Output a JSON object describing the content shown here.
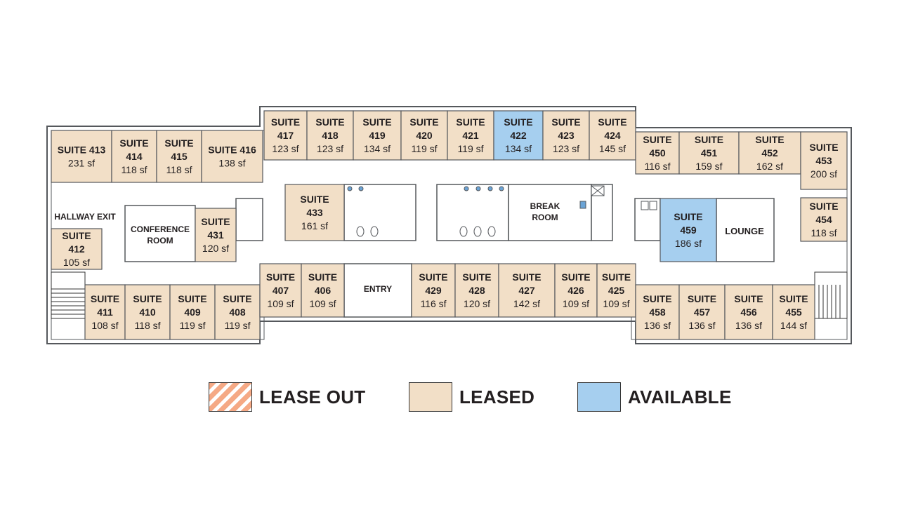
{
  "colors": {
    "leased": "#f2dfc7",
    "available": "#a6cfef",
    "lease_out": "#f5a985",
    "wall": "#55585c",
    "stairs": "#333333"
  },
  "suites": [
    {
      "id": "413",
      "label": "SUITE 413",
      "area": "231 sf",
      "status": "leased"
    },
    {
      "id": "414",
      "label": "SUITE",
      "number": "414",
      "area": "118 sf",
      "status": "leased"
    },
    {
      "id": "415",
      "label": "SUITE",
      "number": "415",
      "area": "118 sf",
      "status": "leased"
    },
    {
      "id": "416",
      "label": "SUITE 416",
      "area": "138 sf",
      "status": "leased"
    },
    {
      "id": "417",
      "label": "SUITE",
      "number": "417",
      "area": "123 sf",
      "status": "leased"
    },
    {
      "id": "418",
      "label": "SUITE",
      "number": "418",
      "area": "123 sf",
      "status": "leased"
    },
    {
      "id": "419",
      "label": "SUITE",
      "number": "419",
      "area": "134 sf",
      "status": "leased"
    },
    {
      "id": "420",
      "label": "SUITE",
      "number": "420",
      "area": "119 sf",
      "status": "leased"
    },
    {
      "id": "421",
      "label": "SUITE",
      "number": "421",
      "area": "119 sf",
      "status": "leased"
    },
    {
      "id": "422",
      "label": "SUITE",
      "number": "422",
      "area": "134 sf",
      "status": "available"
    },
    {
      "id": "423",
      "label": "SUITE",
      "number": "423",
      "area": "123 sf",
      "status": "leased"
    },
    {
      "id": "424",
      "label": "SUITE",
      "number": "424",
      "area": "145 sf",
      "status": "leased"
    },
    {
      "id": "450",
      "label": "SUITE",
      "number": "450",
      "area": "116 sf",
      "status": "leased"
    },
    {
      "id": "451",
      "label": "SUITE",
      "number": "451",
      "area": "159 sf",
      "status": "leased"
    },
    {
      "id": "452",
      "label": "SUITE",
      "number": "452",
      "area": "162 sf",
      "status": "leased"
    },
    {
      "id": "453",
      "label": "SUITE",
      "number": "453",
      "area": "200 sf",
      "status": "leased"
    },
    {
      "id": "454",
      "label": "SUITE",
      "number": "454",
      "area": "118 sf",
      "status": "leased"
    },
    {
      "id": "433",
      "label": "SUITE",
      "number": "433",
      "area": "161 sf",
      "status": "leased"
    },
    {
      "id": "431",
      "label": "SUITE",
      "number": "431",
      "area": "120 sf",
      "status": "leased"
    },
    {
      "id": "459",
      "label": "SUITE",
      "number": "459",
      "area": "186 sf",
      "status": "available"
    },
    {
      "id": "412",
      "label": "SUITE",
      "number": "412",
      "area": "105 sf",
      "status": "leased"
    },
    {
      "id": "411",
      "label": "SUITE",
      "number": "411",
      "area": "108 sf",
      "status": "leased"
    },
    {
      "id": "410",
      "label": "SUITE",
      "number": "410",
      "area": "118 sf",
      "status": "leased"
    },
    {
      "id": "409",
      "label": "SUITE",
      "number": "409",
      "area": "119 sf",
      "status": "leased"
    },
    {
      "id": "408",
      "label": "SUITE",
      "number": "408",
      "area": "119 sf",
      "status": "leased"
    },
    {
      "id": "407",
      "label": "SUITE",
      "number": "407",
      "area": "109 sf",
      "status": "leased"
    },
    {
      "id": "406",
      "label": "SUITE",
      "number": "406",
      "area": "109 sf",
      "status": "leased"
    },
    {
      "id": "429",
      "label": "SUITE",
      "number": "429",
      "area": "116 sf",
      "status": "leased"
    },
    {
      "id": "428",
      "label": "SUITE",
      "number": "428",
      "area": "120 sf",
      "status": "leased"
    },
    {
      "id": "427",
      "label": "SUITE",
      "number": "427",
      "area": "142 sf",
      "status": "leased"
    },
    {
      "id": "426",
      "label": "SUITE",
      "number": "426",
      "area": "109 sf",
      "status": "leased"
    },
    {
      "id": "425",
      "label": "SUITE",
      "number": "425",
      "area": "109 sf",
      "status": "leased"
    },
    {
      "id": "458",
      "label": "SUITE",
      "number": "458",
      "area": "136 sf",
      "status": "leased"
    },
    {
      "id": "457",
      "label": "SUITE",
      "number": "457",
      "area": "136 sf",
      "status": "leased"
    },
    {
      "id": "456",
      "label": "SUITE",
      "number": "456",
      "area": "136 sf",
      "status": "leased"
    },
    {
      "id": "455",
      "label": "SUITE",
      "number": "455",
      "area": "144 sf",
      "status": "leased"
    }
  ],
  "rooms": {
    "hallway_exit": "HALLWAY EXIT",
    "conference_line1": "CONFERENCE",
    "conference_line2": "ROOM",
    "break_line1": "BREAK",
    "break_line2": "ROOM",
    "lounge": "LOUNGE",
    "entry": "ENTRY"
  },
  "legend": {
    "lease_out": "LEASE OUT",
    "leased": "LEASED",
    "available": "AVAILABLE"
  }
}
